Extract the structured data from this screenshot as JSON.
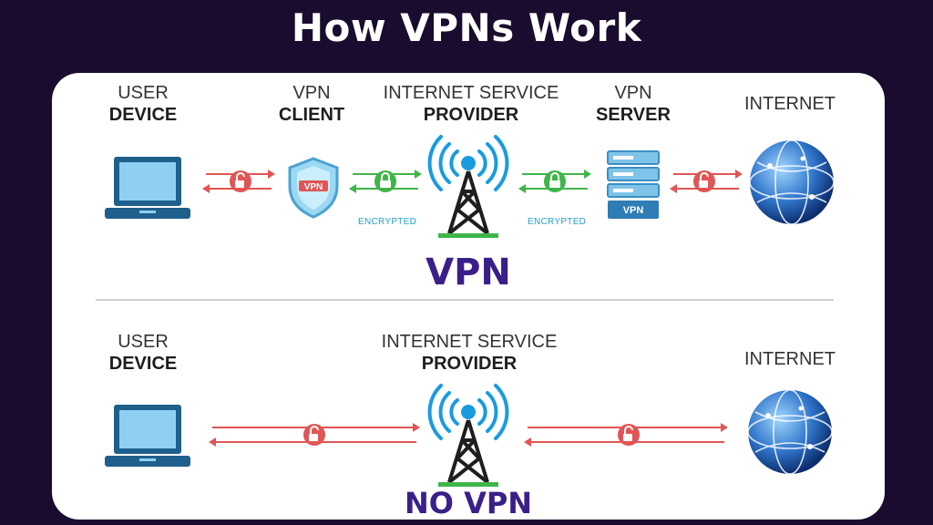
{
  "title": "How VPNs Work",
  "vpn_section": {
    "title": "VPN",
    "nodes": [
      {
        "line1": "USER",
        "line2": "DEVICE"
      },
      {
        "line1": "VPN",
        "line2": "CLIENT"
      },
      {
        "line1": "INTERNET SERVICE",
        "line2": "PROVIDER"
      },
      {
        "line1": "VPN",
        "line2": "SERVER"
      },
      {
        "line1": "INTERNET",
        "line2": ""
      }
    ],
    "encrypted_label": "ENCRYPTED",
    "shield_text": "VPN",
    "server_text": "VPN"
  },
  "novpn_section": {
    "title": "NO VPN",
    "nodes": [
      {
        "line1": "USER",
        "line2": "DEVICE"
      },
      {
        "line1": "INTERNET SERVICE",
        "line2": "PROVIDER"
      },
      {
        "line1": "INTERNET",
        "line2": ""
      }
    ]
  },
  "colors": {
    "background": "#1a0c2e",
    "panel": "#ffffff",
    "accent_purple": "#3a1f8a",
    "unsecure_red": "#e05555",
    "secure_green": "#3fb54a",
    "device_blue": "#1f5f8b",
    "signal_blue": "#1a9be0"
  },
  "icons": [
    "laptop-icon",
    "shield-icon",
    "cell-tower-icon",
    "server-icon",
    "globe-icon",
    "open-lock-icon",
    "closed-lock-icon"
  ]
}
